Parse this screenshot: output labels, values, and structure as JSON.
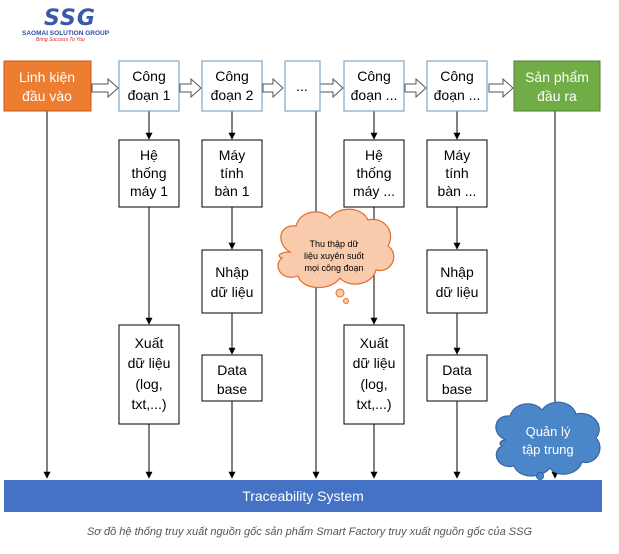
{
  "logo": {
    "mark": "SSG",
    "name": "SAOMAI SOLUTION GROUP",
    "tagline": "Bring Success To You"
  },
  "input": {
    "line1": "Linh kiện",
    "line2": "đầu vào"
  },
  "output": {
    "line1": "Sản phẩm",
    "line2": "đầu ra"
  },
  "stages": [
    {
      "line1": "Công",
      "line2": "đoạn 1"
    },
    {
      "line1": "Công",
      "line2": "đoạn 2"
    },
    {
      "line1": "..."
    },
    {
      "line1": "Công",
      "line2": "đoạn ..."
    },
    {
      "line1": "Công",
      "line2": "đoạn ..."
    }
  ],
  "systems": [
    {
      "line1": "Hệ",
      "line2": "thống",
      "line3": "máy 1"
    },
    {
      "line1": "Máy",
      "line2": "tính",
      "line3": "bàn 1"
    },
    {
      "line1": "Hệ",
      "line2": "thống",
      "line3": "máy ..."
    },
    {
      "line1": "Máy",
      "line2": "tính",
      "line3": "bàn ..."
    }
  ],
  "input_data": [
    {
      "line1": "Nhập",
      "line2": "dữ liệu"
    },
    {
      "line1": "Nhập",
      "line2": "dữ liệu"
    }
  ],
  "export_data": [
    {
      "line1": "Xuất",
      "line2": "dữ liệu",
      "line3": "(log,",
      "line4": "txt,...)"
    },
    {
      "line1": "Xuất",
      "line2": "dữ liệu",
      "line3": "(log,",
      "line4": "txt,...)"
    }
  ],
  "database": [
    {
      "line1": "Data",
      "line2": "base"
    },
    {
      "line1": "Data",
      "line2": "base"
    }
  ],
  "cloud_collect": {
    "line1": "Thu thập dữ",
    "line2": "liệu xuyên suốt",
    "line3": "mọi công đoạn"
  },
  "cloud_manage": {
    "line1": "Quản lý",
    "line2": "tập trung"
  },
  "traceability": "Traceability System",
  "caption": "Sơ đồ hệ thống truy xuất nguồn gốc sản phẩm Smart Factory truy xuất nguồn gốc của SSG",
  "colors": {
    "input_box": "#ed7d31",
    "output_box": "#70ad47",
    "stage_border": "#7fa7c9",
    "traceability_bar": "#4472c4",
    "cloud_collect_fill": "#f8cbad",
    "cloud_collect_stroke": "#e46c2a",
    "cloud_manage_fill": "#4a86c8"
  }
}
